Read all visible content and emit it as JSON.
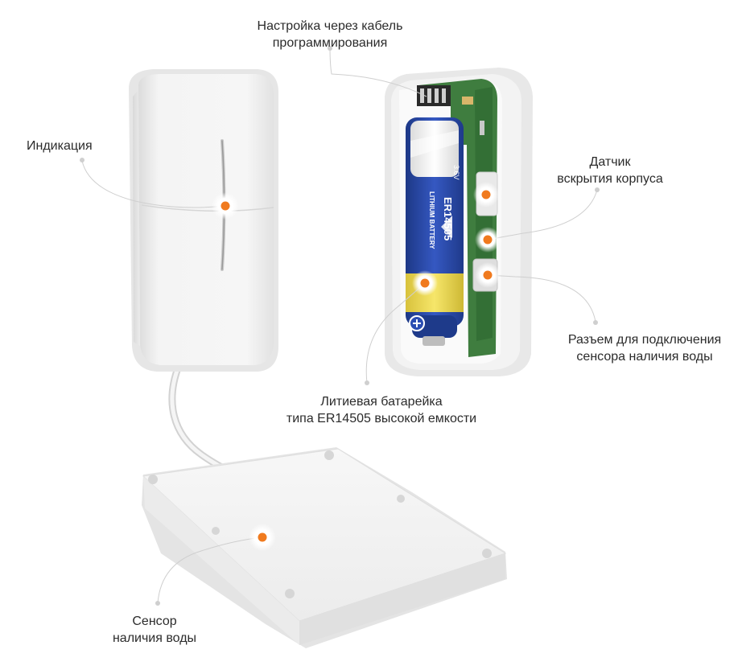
{
  "callouts": {
    "programming": {
      "line1": "Настройка через кабель",
      "line2": "программирования"
    },
    "indication": {
      "line1": "Индикация"
    },
    "tamper": {
      "line1": "Датчик",
      "line2": "вскрытия корпуса"
    },
    "connector": {
      "line1": "Разъем для подключения",
      "line2": "сенсора наличия воды"
    },
    "battery": {
      "line1": "Литиевая батарейка",
      "line2": "типа ER14505 высокой емкости"
    },
    "sensor": {
      "line1": "Сенсор",
      "line2": "наличия воды"
    }
  },
  "battery_print": {
    "model": "ER14505",
    "voltage": "3.6V",
    "type": "LITHIUM BATTERY"
  },
  "colors": {
    "marker": "#f07a1e",
    "device": "#f1f1f1",
    "pcb": "#3f7d3f",
    "battery_blue": "#2f4fb0",
    "battery_yellow": "#f2de58"
  }
}
